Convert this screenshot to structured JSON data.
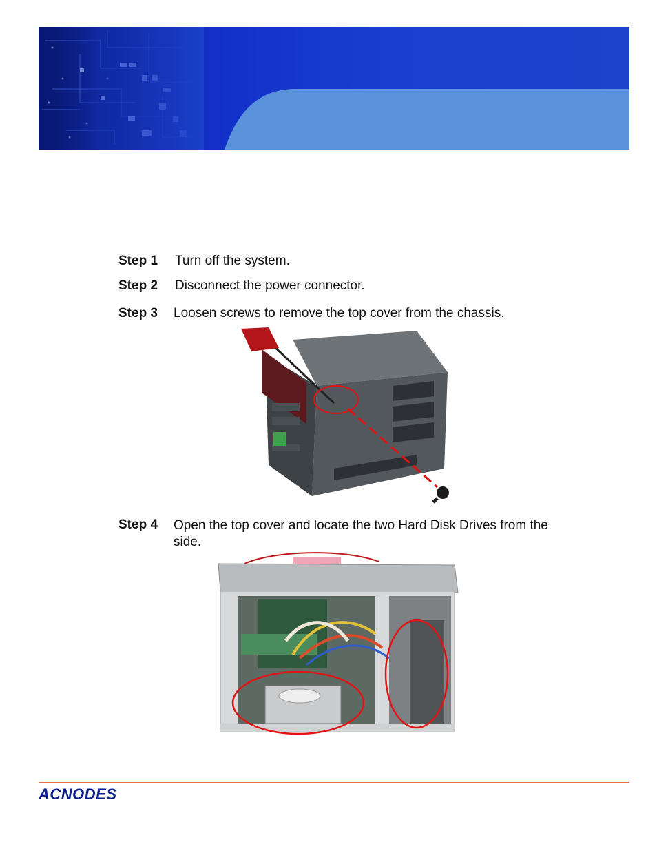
{
  "steps": [
    {
      "label": "Step 1",
      "text": "Turn off the system."
    },
    {
      "label": "Step 2",
      "text": "Disconnect the power connector."
    },
    {
      "label": "Step 3",
      "text": "Loosen screws to remove the top cover from the chassis."
    },
    {
      "label": "Step 4",
      "text": "Open the top cover and locate the two Hard Disk Drives from the side."
    }
  ],
  "footer": {
    "logo_text": "ACNODES"
  },
  "colors": {
    "banner_dark": "#0a1f8a",
    "banner_light": "#5b92dc",
    "highlight_red": "#e01414",
    "rule": "#d9734a",
    "logo_blue": "#0b1f8f"
  }
}
